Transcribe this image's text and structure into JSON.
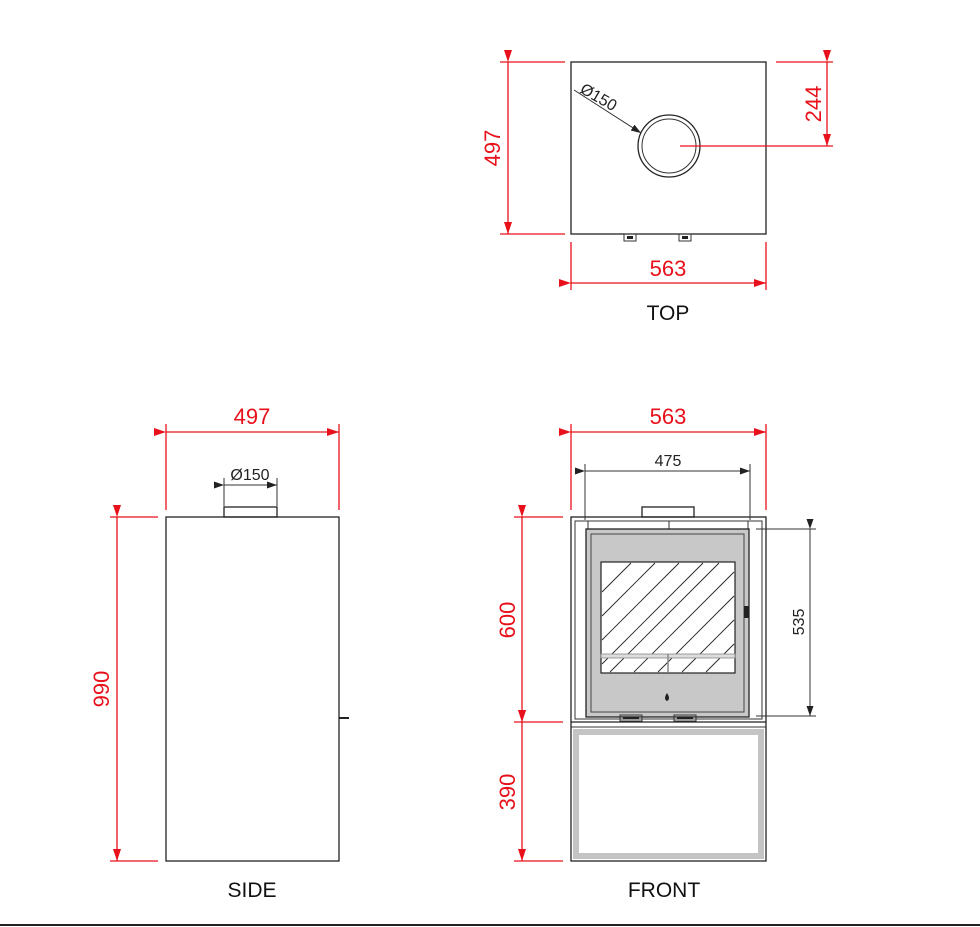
{
  "colors": {
    "dimension": "#e8101a",
    "outline": "#222222",
    "panel": "#c8c8c8"
  },
  "views": {
    "top": {
      "label": "TOP",
      "width": "563",
      "depth": "497",
      "flue_offset": "244",
      "flue_diameter": "Ø150"
    },
    "side": {
      "label": "SIDE",
      "width": "497",
      "height": "990",
      "flue_diameter": "Ø150"
    },
    "front": {
      "label": "FRONT",
      "width": "563",
      "inner_width": "475",
      "upper_height": "600",
      "lower_height": "390",
      "door_height": "535"
    }
  }
}
